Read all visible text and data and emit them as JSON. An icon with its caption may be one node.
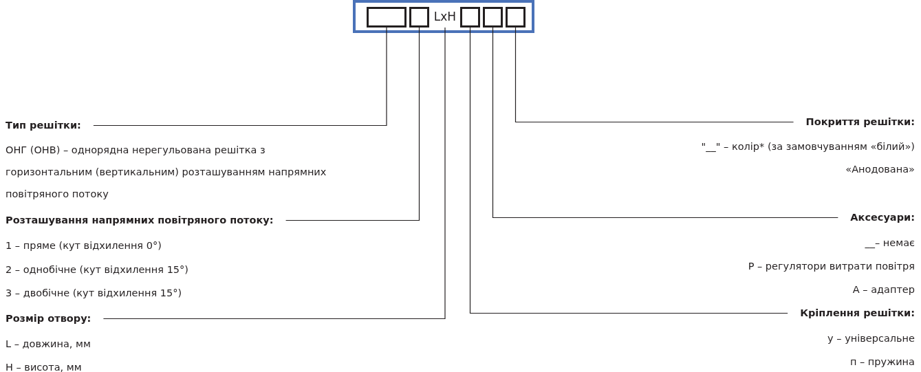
{
  "diagram": {
    "nodes": [
      {
        "text": [],
        "shape": "box"
      },
      {
        "text": [],
        "shape": "box",
        "in": 0
      },
      {
        "text": [],
        "shape": "box",
        "in": 0
      },
      {
        "text": [
          "LxH"
        ],
        "in": 0
      },
      {
        "text": [],
        "shape": "box",
        "in": 0
      },
      {
        "text": [],
        "shape": "box",
        "in": 0
      },
      {
        "text": [],
        "shape": "box",
        "in": 0
      },
      {
        "text": [
          "Тип решітки:",
          "ОНГ (ОНВ) – однорядна нерегульована решітка з горизонтальним (вертикальним) розташуванням напрямних повітряного потоку"
        ]
      },
      {
        "text": [
          "Розташування напрямних повітряного потоку:",
          "1 – пряме (кут відхилення 0°)",
          "2 – однобічне (кут відхилення 15°)",
          "3 – двобічне (кут відхилення 15°)"
        ]
      },
      {
        "text": [
          "Розмір отвору:",
          "L – довжина, мм",
          "H – висота, мм"
        ]
      },
      {
        "text": [
          "Покриття решітки:",
          "\"__\" – колір* (за замовчуванням «білий»)",
          "«Анодована»"
        ]
      },
      {
        "text": [
          "Аксесуари:",
          "__– немає",
          "Р – регулятори витрати повітря",
          "А – адаптер"
        ]
      },
      {
        "text": [
          "Кріплення решітки:",
          "у – універсальне",
          "п – пружина"
        ]
      }
    ],
    "edges": [
      {
        "from": 1,
        "to": 7,
        "arrow": "none"
      },
      {
        "from": 2,
        "to": 8,
        "arrow": "none"
      },
      {
        "from": 3,
        "to": 9,
        "arrow": "none"
      },
      {
        "from": 4,
        "to": 12,
        "arrow": "none"
      },
      {
        "from": 5,
        "to": 11,
        "arrow": "none"
      },
      {
        "from": 6,
        "to": 10,
        "arrow": "none"
      }
    ]
  }
}
